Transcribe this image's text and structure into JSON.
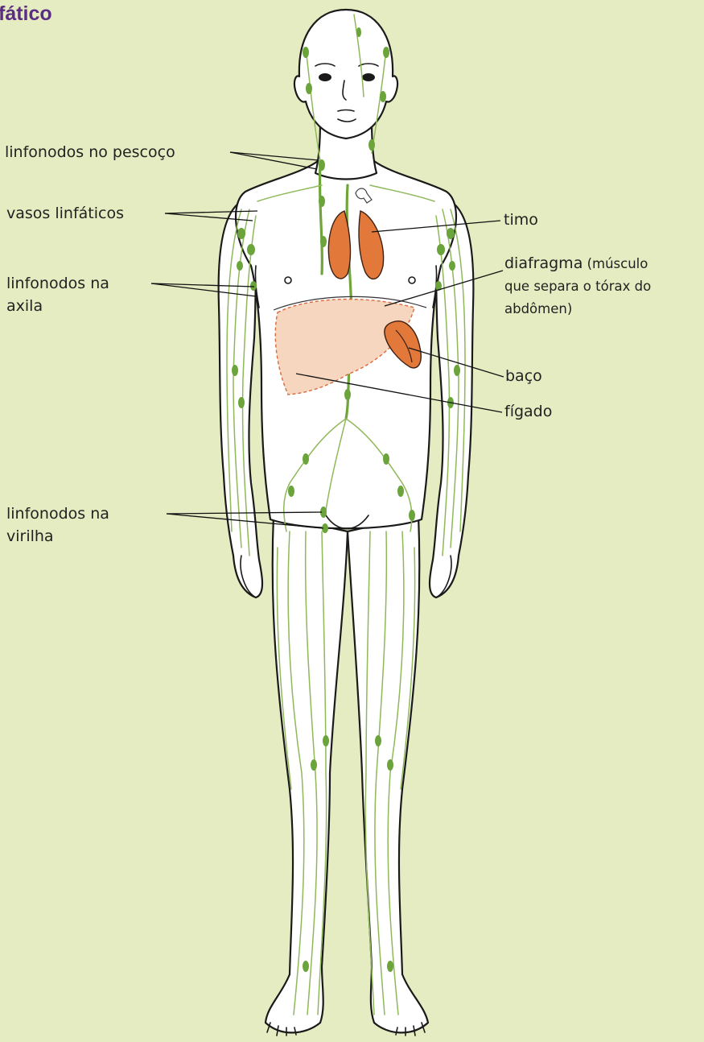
{
  "title": "fático",
  "labels": {
    "neck_nodes": "linfonodos no pescoço",
    "vessels": "vasos linfáticos",
    "axilla_line1": "linfonodos na",
    "axilla_line2": "axila",
    "groin_line1": "linfonodos na",
    "groin_line2": "virilha",
    "thymus": "timo",
    "diaphragm_main": "diafragma",
    "diaphragm_note1": " (músculo",
    "diaphragm_note2": "que separa o tórax do",
    "diaphragm_note3": "abdômen)",
    "spleen": "baço",
    "liver": "fígado"
  },
  "colors": {
    "background": "#e6ecc1",
    "title": "#5b2d83",
    "lymph": "#6aa43a",
    "organ": "#e2783a",
    "liver_fill": "#f6d6be",
    "liver_outline": "#d9693c"
  }
}
